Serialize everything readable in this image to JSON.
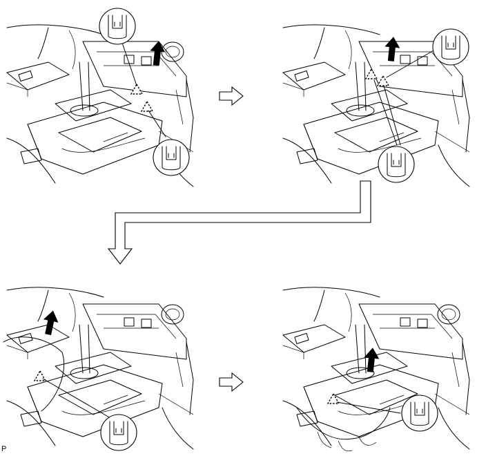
{
  "corner_label": "P",
  "icons": {
    "flow_arrow": "hollow-arrow-icon",
    "pull_arrow": "solid-up-arrow-icon",
    "clip": "clip-callout-icon",
    "clip_marker": "dashed-triangle-icon"
  },
  "panels": [
    {
      "id": "step-1",
      "clips": 2
    },
    {
      "id": "step-2",
      "clips": 2
    },
    {
      "id": "step-3",
      "clips": 1
    },
    {
      "id": "step-4",
      "clips": 1
    }
  ]
}
